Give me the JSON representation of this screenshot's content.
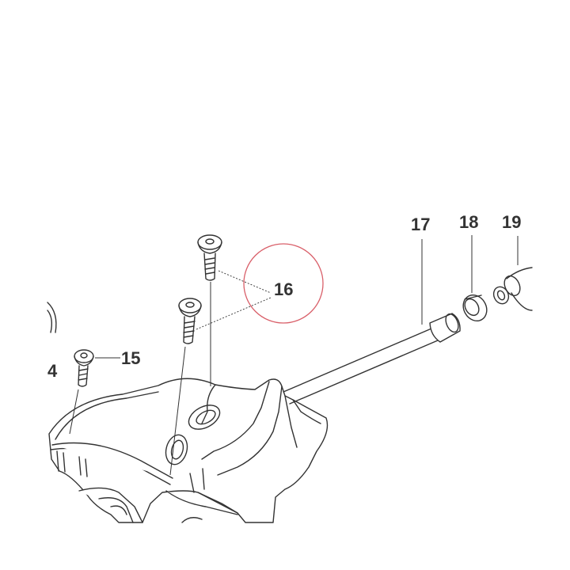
{
  "callouts": {
    "c4": "4",
    "c15": "15",
    "c16": "16",
    "c17": "17",
    "c18": "18",
    "c19": "19"
  },
  "highlight": {
    "target": "16",
    "color": "#d9606a"
  },
  "line_color": "#333333"
}
